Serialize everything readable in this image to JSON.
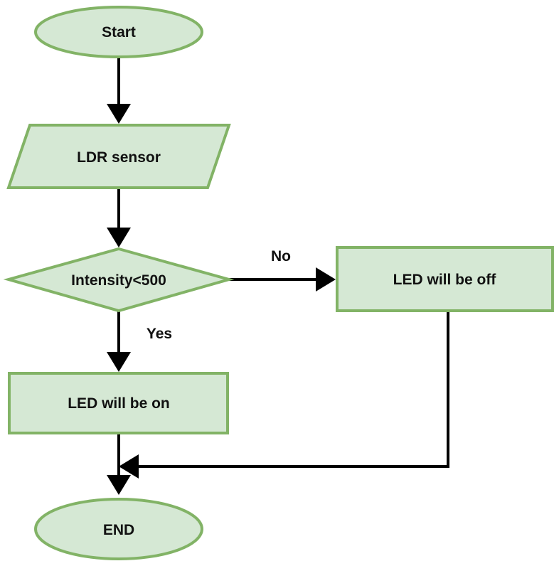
{
  "colors": {
    "node_fill": "#d5e8d4",
    "node_stroke": "#82b366",
    "edge": "#000000",
    "text": "#111111"
  },
  "nodes": {
    "start": {
      "shape": "ellipse",
      "label": "Start"
    },
    "input": {
      "shape": "parallelogram",
      "label": "LDR sensor"
    },
    "decision": {
      "shape": "diamond",
      "label": "Intensity<500"
    },
    "led_off": {
      "shape": "rectangle",
      "label": "LED will be off"
    },
    "led_on": {
      "shape": "rectangle",
      "label": "LED will be on"
    },
    "end": {
      "shape": "ellipse",
      "label": "END"
    }
  },
  "edges": [
    {
      "from": "start",
      "to": "input",
      "label": ""
    },
    {
      "from": "input",
      "to": "decision",
      "label": ""
    },
    {
      "from": "decision",
      "to": "led_off",
      "label": "No"
    },
    {
      "from": "decision",
      "to": "led_on",
      "label": "Yes"
    },
    {
      "from": "led_on",
      "to": "end",
      "label": ""
    },
    {
      "from": "led_off",
      "to": "end",
      "label": ""
    }
  ]
}
